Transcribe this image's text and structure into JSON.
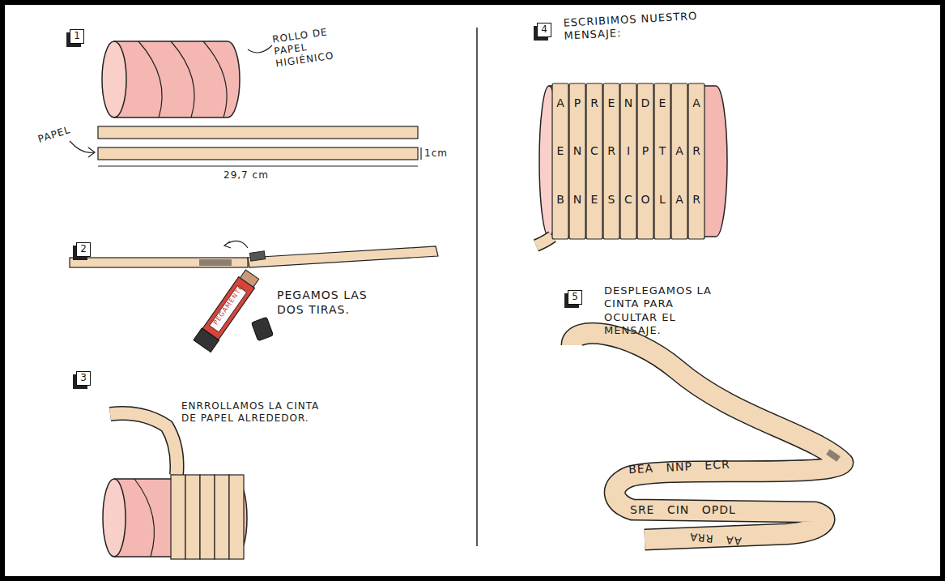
{
  "diagram": {
    "nodes": [
      {
        "text": [
          "1"
        ]
      },
      {
        "text": [
          "2"
        ]
      },
      {
        "text": [
          "3"
        ]
      },
      {
        "text": [
          "4"
        ]
      },
      {
        "text": [
          "5"
        ]
      }
    ],
    "labels": [
      "ROLLO DE PAPEL HIGIÉNICO",
      "PAPEL",
      "1cm",
      "29,7 cm",
      "PEGAMENTO",
      "PEGAMOS LAS DOS TIRAS.",
      "ENRROLLAMOS LA CINTA DE PAPEL ALREDEDOR.",
      "ESCRIBIMOS NUESTRO MENSAJE:",
      "A",
      "P",
      "R",
      "E",
      "N",
      "D",
      "E",
      "A",
      "E",
      "N",
      "C",
      "R",
      "I",
      "P",
      "T",
      "A",
      "R",
      "B",
      "N",
      "E",
      "S",
      "C",
      "O",
      "L",
      "A",
      "R",
      "DESPLEGAMOS LA CINTA PARA OCULTAR EL MENSAJE.",
      "BEA NNP ECR",
      "SRE CIN OPDL",
      "AA RRA"
    ]
  }
}
